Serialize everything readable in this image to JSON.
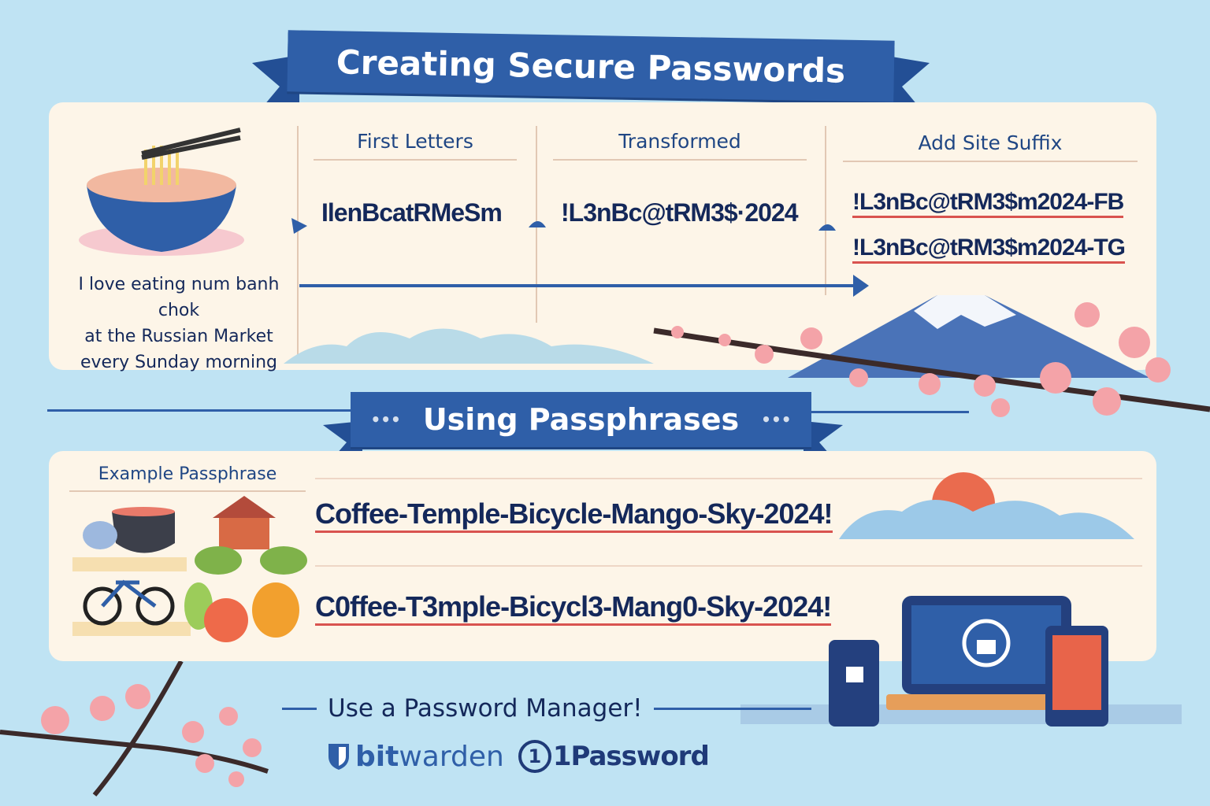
{
  "title": "Creating Secure Passwords",
  "section1": {
    "phrase": [
      "I love eating num banh chok",
      "at the Russian Market",
      "every Sunday morning"
    ],
    "columns": [
      {
        "header": "First Letters",
        "values": [
          "IlenBcatRMeSm"
        ]
      },
      {
        "header": "Transformed",
        "values": [
          "!L3nBc@tRM3$·2024"
        ]
      },
      {
        "header": "Add Site Suffix",
        "values": [
          "!L3nBc@tRM3$m2024-FB",
          "!L3nBc@tRM3$m2024-TG"
        ]
      }
    ]
  },
  "section2": {
    "title": "Using Passphrases",
    "dots": "•••",
    "label": "Example Passphrase",
    "passphrases": [
      "Coffee-Temple-Bicycle-Mango-Sky-2024!",
      "C0ffee-T3mple-Bicycl3-Mang0-Sky-2024!"
    ]
  },
  "footer": {
    "cta": "Use a Password Manager!",
    "logos": [
      "bitwarden",
      "1Password"
    ],
    "bit": "bit",
    "warden": "warden",
    "one": "1"
  },
  "colors": {
    "accent": "#2f5fa8",
    "background": "#bfe3f3",
    "panel": "#fdf5e8",
    "underline": "#d9534f"
  }
}
